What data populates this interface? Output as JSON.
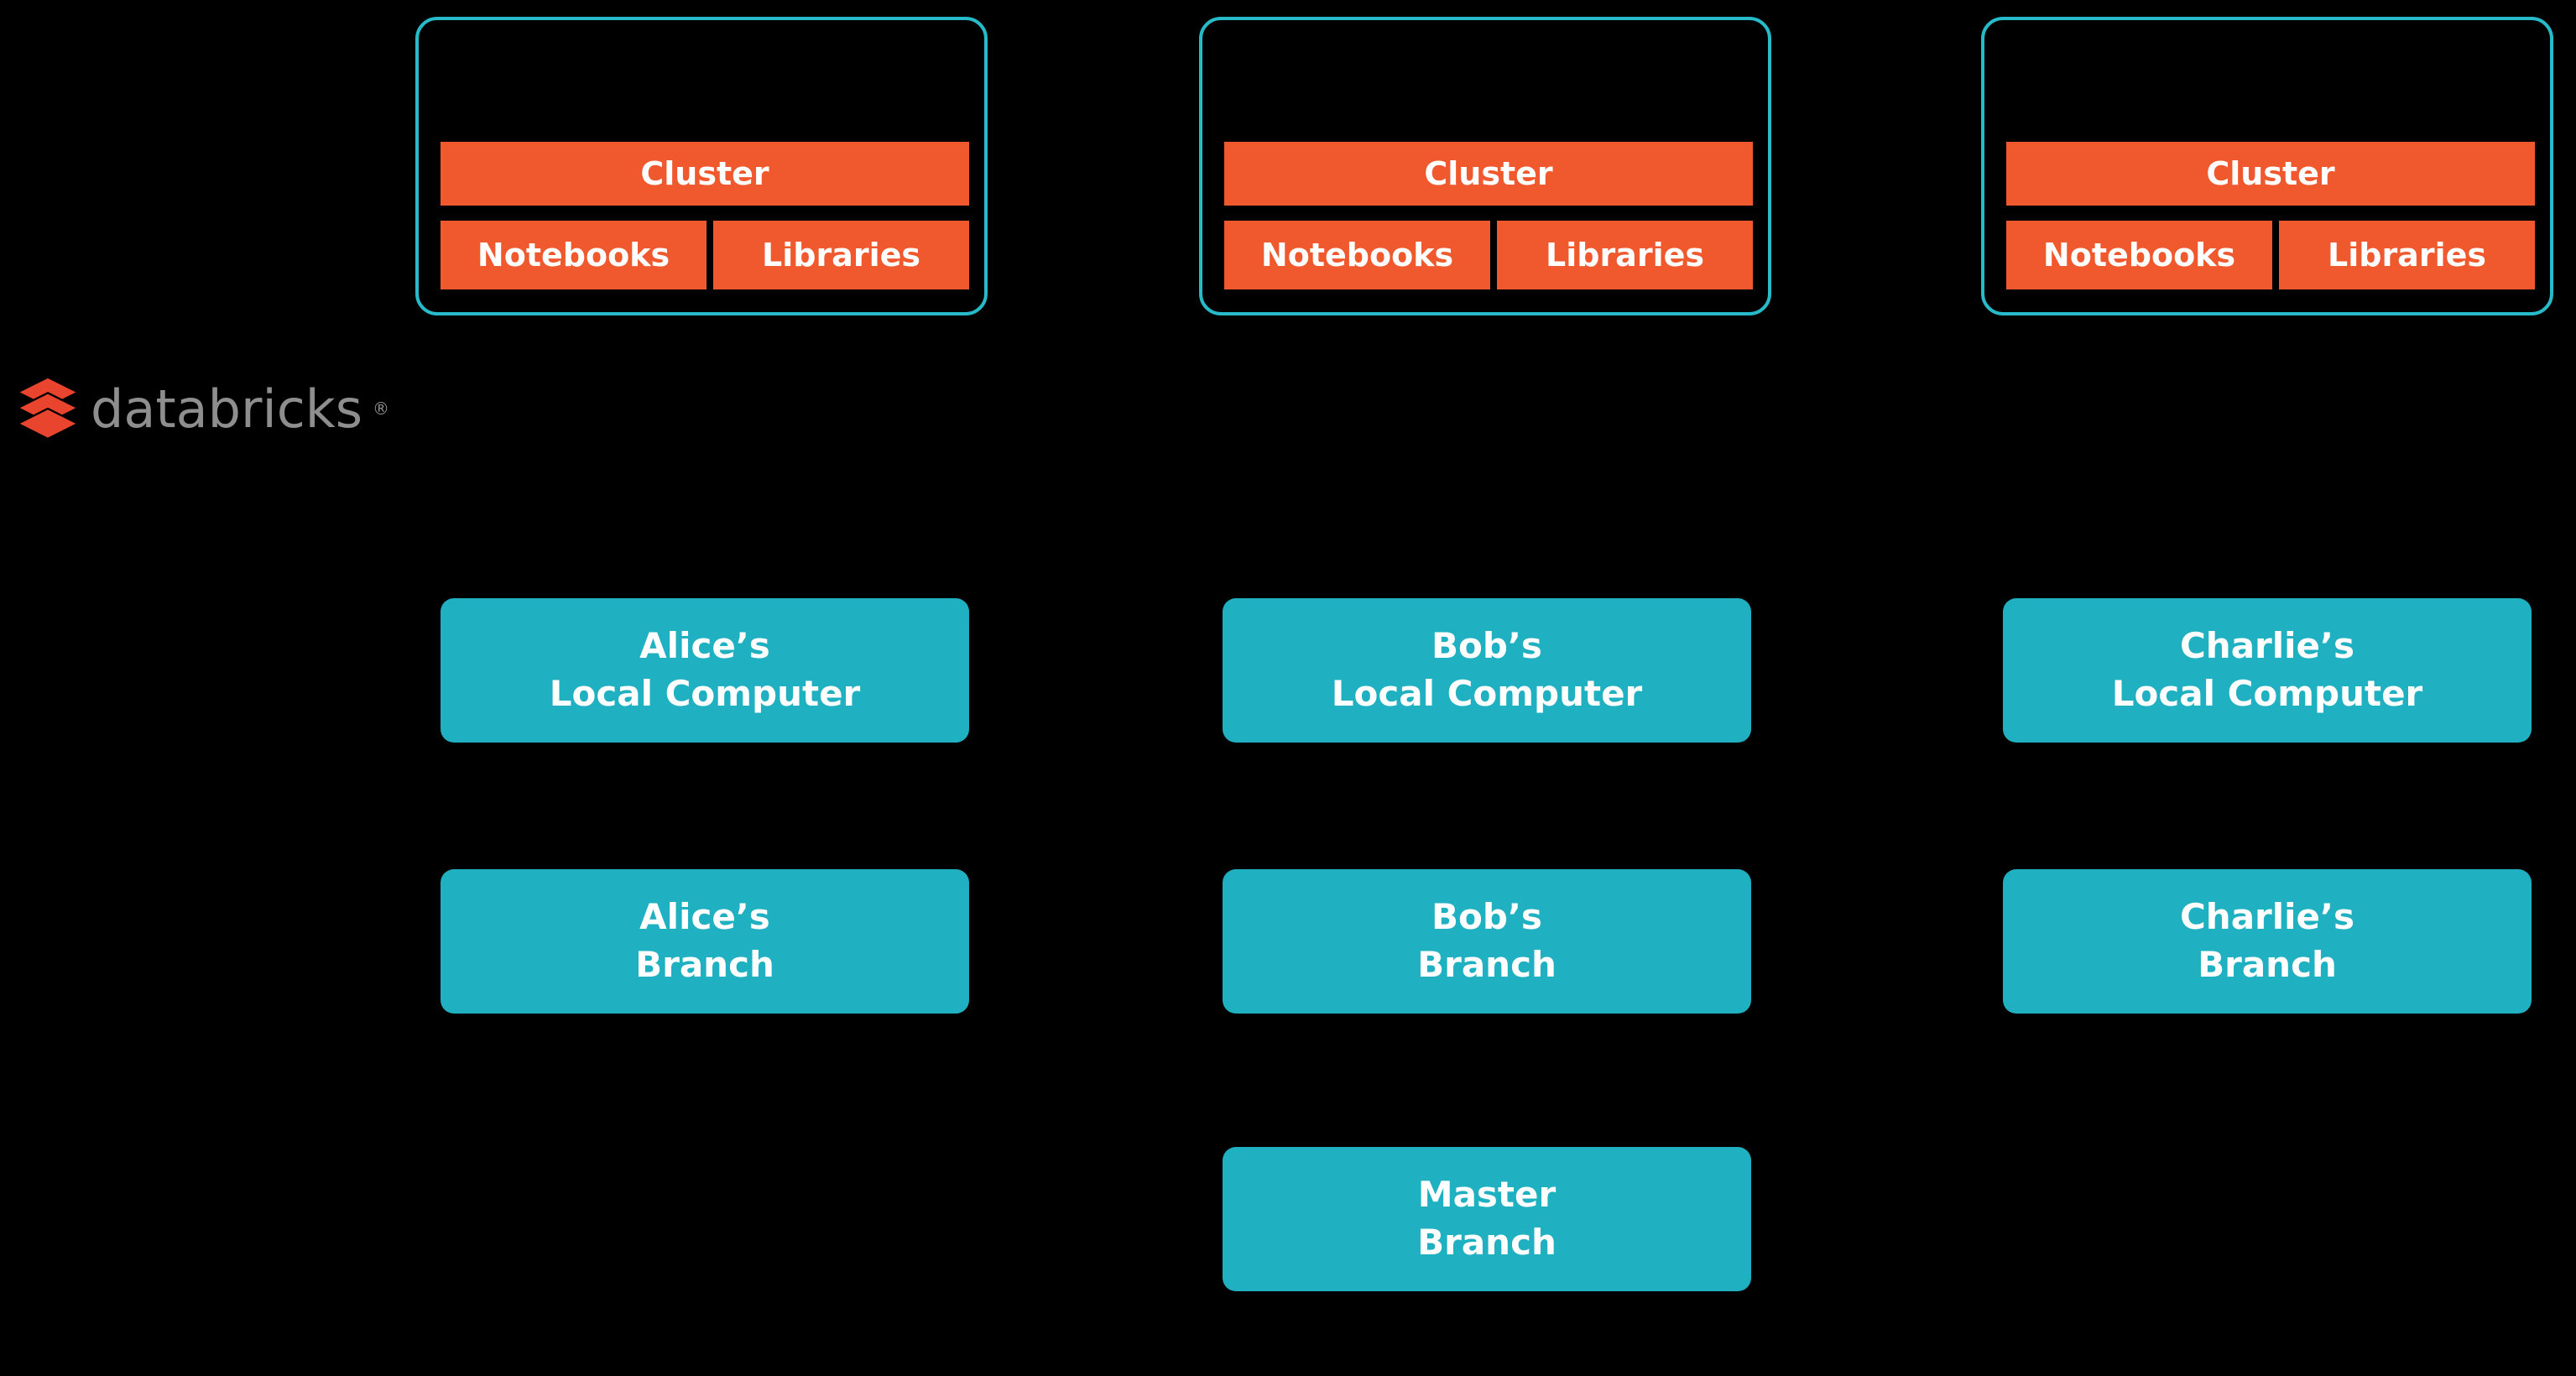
{
  "logo": {
    "name": "databricks",
    "registered_mark": "®"
  },
  "colors": {
    "background": "#000000",
    "orange": "#F0592E",
    "teal": "#1FB0C1",
    "cloud_border": "#27BAC9",
    "logo_red": "#E8442E",
    "logo_text": "#8E8E8E",
    "label_text": "#FFFFFF"
  },
  "workspaces": [
    {
      "cluster": "Cluster",
      "notebooks": "Notebooks",
      "libraries": "Libraries"
    },
    {
      "cluster": "Cluster",
      "notebooks": "Notebooks",
      "libraries": "Libraries"
    },
    {
      "cluster": "Cluster",
      "notebooks": "Notebooks",
      "libraries": "Libraries"
    }
  ],
  "users": [
    {
      "local_computer_line1": "Alice’s",
      "local_computer_line2": "Local Computer",
      "branch_line1": "Alice’s",
      "branch_line2": "Branch"
    },
    {
      "local_computer_line1": "Bob’s",
      "local_computer_line2": "Local Computer",
      "branch_line1": "Bob’s",
      "branch_line2": "Branch"
    },
    {
      "local_computer_line1": "Charlie’s",
      "local_computer_line2": "Local Computer",
      "branch_line1": "Charlie’s",
      "branch_line2": "Branch"
    }
  ],
  "master_branch": {
    "line1": "Master",
    "line2": "Branch"
  }
}
